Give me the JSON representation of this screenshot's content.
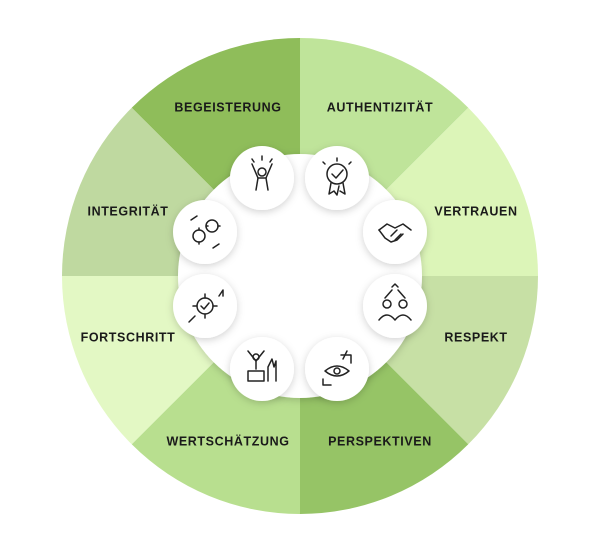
{
  "diagram": {
    "segments": [
      {
        "label": "BEGEISTERUNG",
        "color": "#8fbd5a",
        "icon": "cheering-person-icon"
      },
      {
        "label": "AUTHENTIZITÄT",
        "color": "#bfe49a",
        "icon": "award-badge-icon"
      },
      {
        "label": "VERTRAUEN",
        "color": "#dcf5b8",
        "icon": "handshake-icon"
      },
      {
        "label": "RESPEKT",
        "color": "#c7e0a5",
        "icon": "high-five-icon"
      },
      {
        "label": "PERSPEKTIVEN",
        "color": "#96c466",
        "icon": "eye-perspective-icon"
      },
      {
        "label": "WERTSCHÄTZUNG",
        "color": "#b8df8f",
        "icon": "applause-podium-icon"
      },
      {
        "label": "FORTSCHRITT",
        "color": "#e3f8c4",
        "icon": "gear-growth-icon"
      },
      {
        "label": "INTEGRITÄT",
        "color": "#bfd9a0",
        "icon": "gears-cycle-icon"
      }
    ]
  }
}
